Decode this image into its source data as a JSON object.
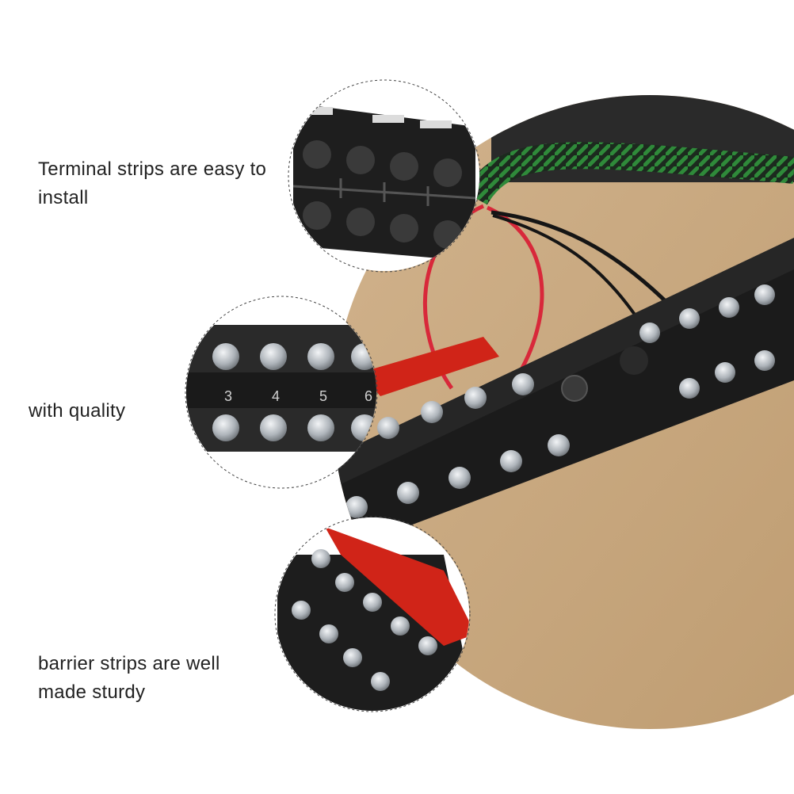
{
  "captions": {
    "install": "Terminal strips are easy to install",
    "quality": "with quality",
    "sturdy": "barrier strips are well made sturdy"
  },
  "terminal_numbers": [
    "3",
    "4",
    "5",
    "6"
  ],
  "colors": {
    "wood": "#c8a880",
    "strip_black": "#1b1b1b",
    "jumper_red": "#d02418",
    "wire_red": "#d8283a",
    "screw_metal": "#c8ccd2",
    "cable_green": "#2f8a3a"
  }
}
